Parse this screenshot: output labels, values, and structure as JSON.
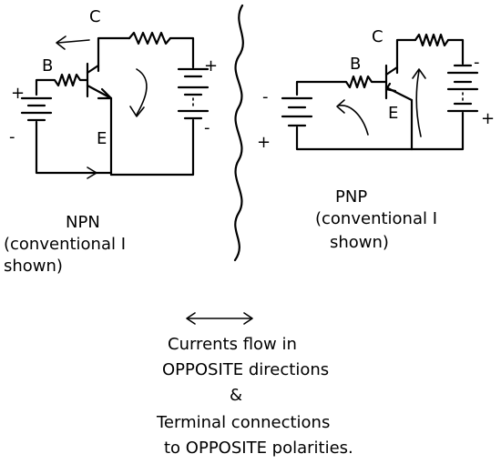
{
  "npn": {
    "labels": {
      "collector": "C",
      "base": "B",
      "emitter": "E"
    },
    "battery_left": {
      "plus": "+",
      "minus": "-"
    },
    "battery_right": {
      "plus": "+",
      "minus": "-"
    },
    "caption_line1": "NPN",
    "caption_line2": "(conventional I",
    "caption_line3": "shown)"
  },
  "pnp": {
    "labels": {
      "collector": "C",
      "base": "B",
      "emitter": "E"
    },
    "battery_left": {
      "minus": "-",
      "plus": "+"
    },
    "battery_right": {
      "minus": "-",
      "plus": "+"
    },
    "caption_line1": "PNP",
    "caption_line2": "(conventional I",
    "caption_line3": "shown)"
  },
  "note": {
    "line1": "Currents flow in",
    "line2": "OPPOSITE directions",
    "line3": "&",
    "line4": "Terminal connections",
    "line5": "to OPPOSITE polarities."
  }
}
